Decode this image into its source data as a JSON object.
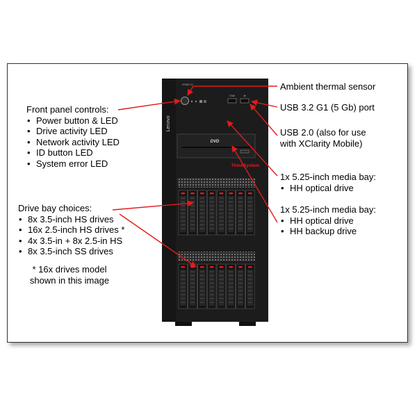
{
  "server": {
    "brand": "Lenovo",
    "series": "ThinkSystem",
    "model": "ST250 V2",
    "dvd_logo": "DVD",
    "usb3_icon": "SS⇄",
    "usb2_icon": "⇄"
  },
  "labels": {
    "front_panel": {
      "title": "Front panel controls:",
      "items": [
        "Power button & LED",
        "Drive activity LED",
        "Network activity LED",
        "ID button LED",
        "System error LED"
      ]
    },
    "drive_bay": {
      "title": "Drive bay choices:",
      "items": [
        "8x 3.5-inch HS drives",
        "16x 2.5-inch HS drives *",
        "4x 3.5-in + 8x 2.5-in HS",
        "8x 3.5-inch SS drives"
      ]
    },
    "footnote": [
      "* 16x drives model",
      "shown in this image"
    ],
    "thermal": "Ambient thermal sensor",
    "usb3": "USB 3.2 G1 (5 Gb) port",
    "usb2": [
      "USB 2.0 (also for use",
      "with XClarity Mobile)"
    ],
    "media1": {
      "title": "1x 5.25-inch media bay:",
      "items": [
        "HH optical drive"
      ]
    },
    "media2": {
      "title": "1x 5.25-inch media bay:",
      "items": [
        "HH optical drive",
        "HH backup drive"
      ]
    }
  },
  "colors": {
    "arrow": "#e21b1b",
    "chassis": "#1c1c1c",
    "accent": "#e11b22",
    "frame": "#333333"
  }
}
